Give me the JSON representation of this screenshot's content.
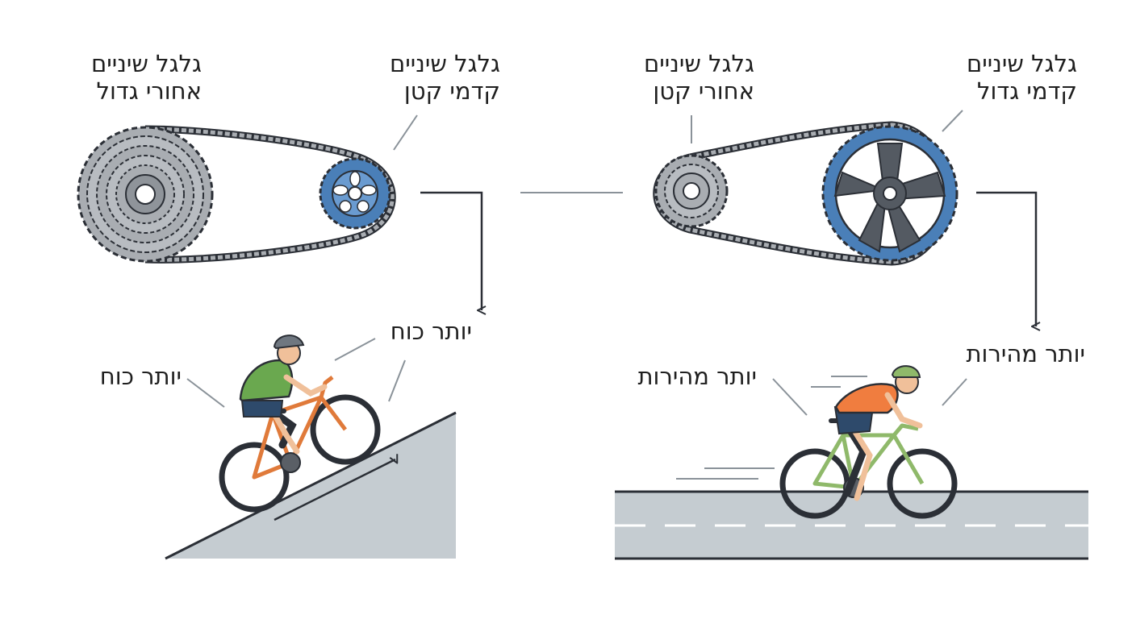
{
  "panels": {
    "power": {
      "rear_gear_label": [
        "גלגל שיניים",
        "אחורי גדול"
      ],
      "front_gear_label": [
        "גלגל שיניים",
        "קדמי קטן"
      ],
      "effect_labels": [
        "יותר כוח",
        "יותר כוח"
      ],
      "scene": "uphill",
      "rider_shirt_color": "#6aa84f",
      "bike_color": "#e07a3a"
    },
    "speed": {
      "rear_gear_label": [
        "גלגל שיניים",
        "אחורי קטן"
      ],
      "front_gear_label": [
        "גלגל שיניים",
        "קדמי גדול"
      ],
      "effect_labels": [
        "יותר מהירות",
        "יותר מהירות"
      ],
      "scene": "flat-road",
      "rider_shirt_color": "#f07d3f",
      "bike_color": "#8fb96a"
    }
  },
  "colors": {
    "outline": "#2b2f36",
    "rear_cassette": "#a9adb2",
    "front_chainring": "#4a7fb8",
    "ground": "#c5ccd1",
    "leader_line": "#8a9299"
  }
}
